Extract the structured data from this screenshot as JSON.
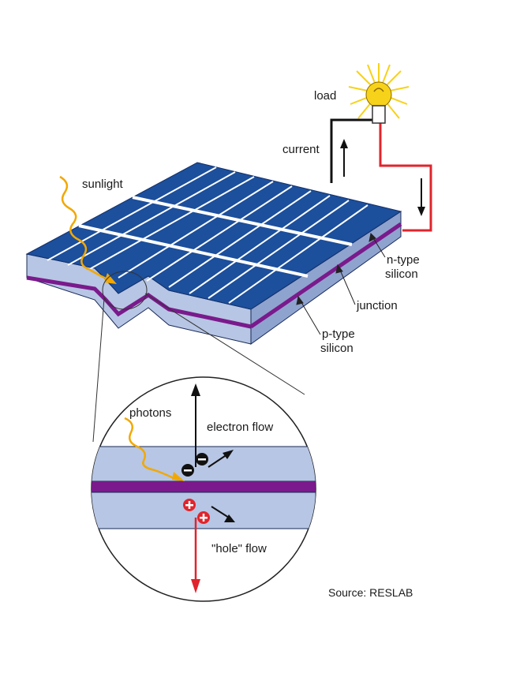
{
  "labels": {
    "load": "load",
    "current": "current",
    "sunlight": "sunlight",
    "n_type_line1": "n-type",
    "n_type_line2": "silicon",
    "junction": "junction",
    "p_type_line1": "p-type",
    "p_type_line2": "silicon",
    "photons": "photons",
    "electron_flow": "electron flow",
    "hole_flow": "\"hole\" flow",
    "source": "Source: RESLAB"
  },
  "icons": {
    "bulb": "lightbulb-icon",
    "electron": "minus-sign",
    "hole": "plus-sign"
  },
  "colors": {
    "cell_blue": "#1c4f9c",
    "silicon_light": "#b7c6e4",
    "silicon_side": "#8fa3cf",
    "junction_purple": "#7a1a8c",
    "wire_positive": "#e0242c",
    "wire_negative": "#111111",
    "sunlight_ray": "#f2a800",
    "bulb_glow": "#f7d21a",
    "hole_red": "#e0242c"
  }
}
